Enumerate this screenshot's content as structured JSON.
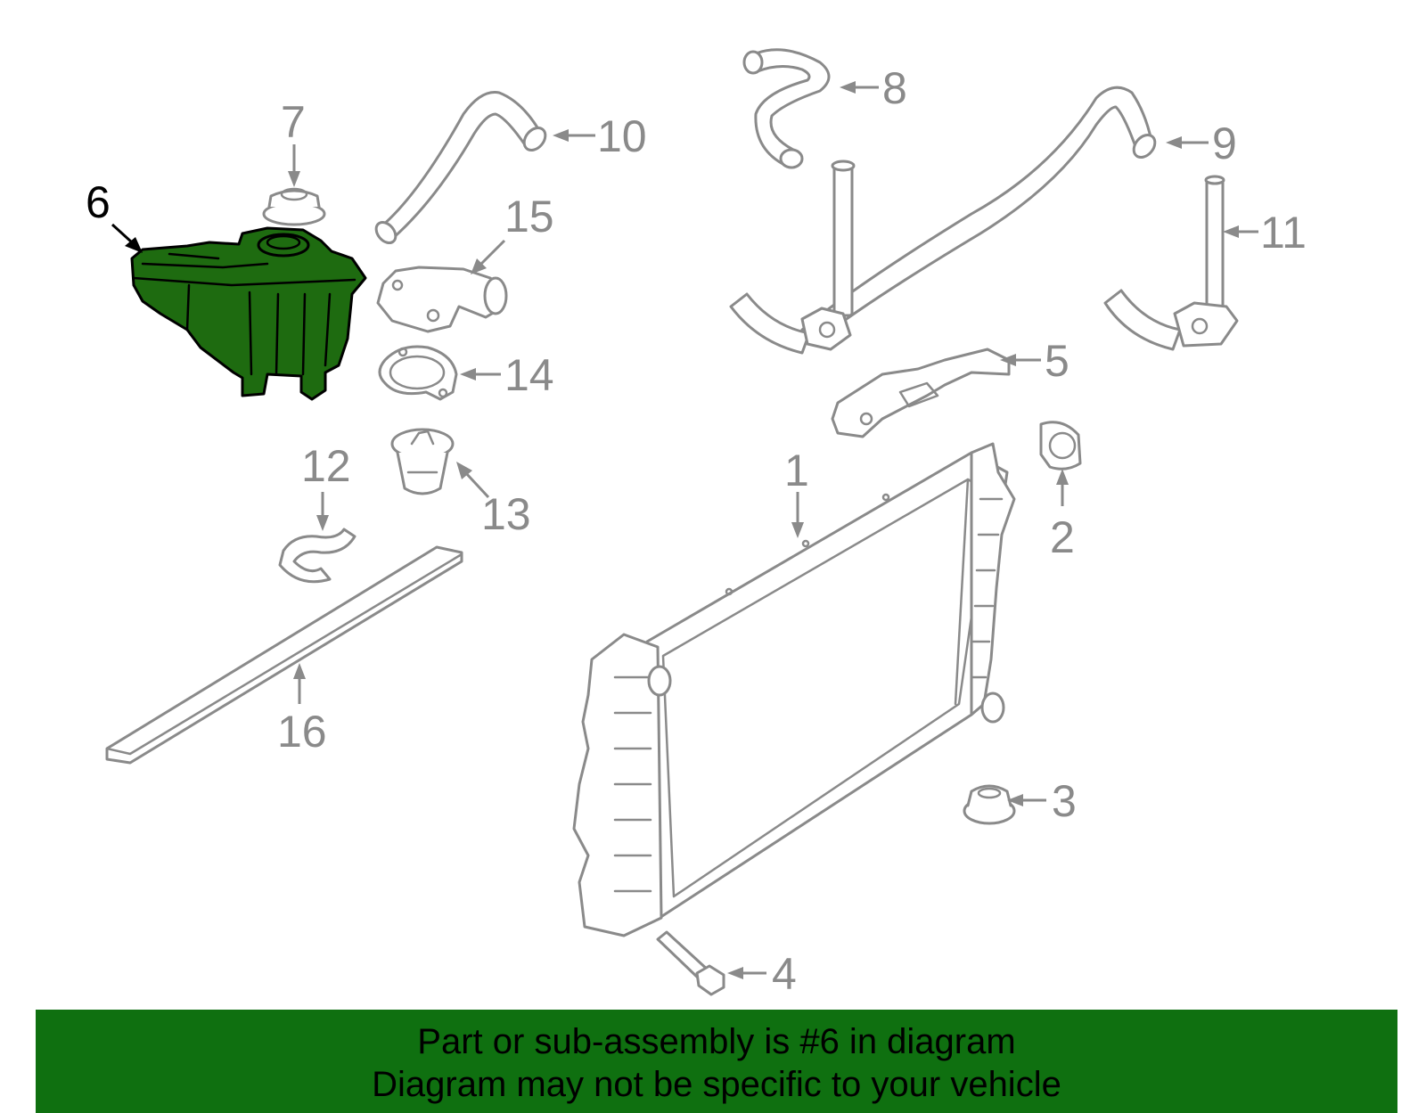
{
  "diagram": {
    "highlighted_part": "6",
    "callouts": [
      {
        "id": "p1",
        "number": "1"
      },
      {
        "id": "p2",
        "number": "2"
      },
      {
        "id": "p3",
        "number": "3"
      },
      {
        "id": "p4",
        "number": "4"
      },
      {
        "id": "p5",
        "number": "5"
      },
      {
        "id": "p6",
        "number": "6"
      },
      {
        "id": "p7",
        "number": "7"
      },
      {
        "id": "p8",
        "number": "8"
      },
      {
        "id": "p9",
        "number": "9"
      },
      {
        "id": "p10",
        "number": "10"
      },
      {
        "id": "p11",
        "number": "11"
      },
      {
        "id": "p12",
        "number": "12"
      },
      {
        "id": "p13",
        "number": "13"
      },
      {
        "id": "p14",
        "number": "14"
      },
      {
        "id": "p15",
        "number": "15"
      },
      {
        "id": "p16",
        "number": "16"
      }
    ],
    "colors": {
      "part_outline": "#8a8a8a",
      "highlight_fill": "#1e6b10",
      "banner_bg": "#0f7010"
    }
  },
  "banner": {
    "line1": "Part or sub-assembly is #6 in diagram",
    "line2": "Diagram may not be specific to your vehicle"
  }
}
